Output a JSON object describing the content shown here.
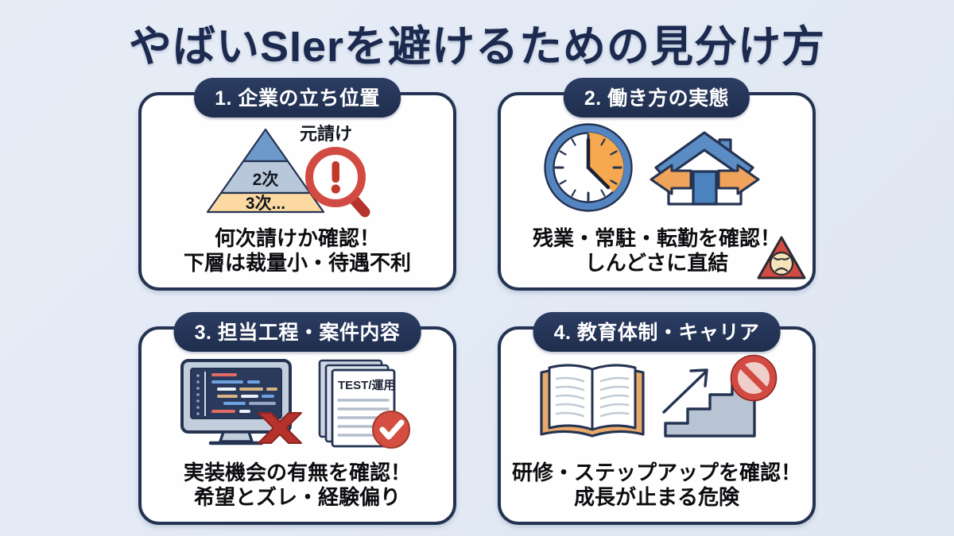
{
  "title": "やばいSIerを避けるための見分け方",
  "theme": {
    "background": "#e4ebf5",
    "navy": "#243352",
    "badge_navy": "#1f2e4d",
    "text_black": "#0d0d11",
    "blue": "#5b8cc4",
    "blue_dark": "#3c6fa8",
    "blue_gray": "#b8c7d9",
    "orange": "#f5a84e",
    "peach": "#fcd9a0",
    "red": "#d24b42",
    "red_dark": "#b5332c",
    "tan": "#e8a96a"
  },
  "cards": [
    {
      "badge": "1. 企業の立ち位置",
      "icons": [
        "pyramid-icon",
        "magnifier-alert-icon"
      ],
      "pyramid": {
        "top_label": "元請け",
        "tiers": [
          "",
          "2次",
          "3次..."
        ]
      },
      "caption_line1": "何次請けか確認！",
      "caption_line2": "下層は裁量小・待遇不利"
    },
    {
      "badge": "2. 働き方の実態",
      "icons": [
        "clock-icon",
        "house-transfer-icon",
        "warning-tired-face-icon"
      ],
      "caption_line1": "残業・常駐・転勤を確認！",
      "caption_line2": "しんどさに直結"
    },
    {
      "badge": "3. 担当工程・案件内容",
      "icons": [
        "monitor-code-icon",
        "cross-mark-icon",
        "documents-icon",
        "check-circle-icon"
      ],
      "documents_label": "TEST/運用",
      "caption_line1": "実装機会の有無を確認！",
      "caption_line2": "希望とズレ・経験偏り"
    },
    {
      "badge": "4. 教育体制・キャリア",
      "icons": [
        "open-book-icon",
        "stairs-growth-icon",
        "prohibition-icon"
      ],
      "caption_line1": "研修・ステップアップを確認！",
      "caption_line2": "成長が止まる危険"
    }
  ]
}
